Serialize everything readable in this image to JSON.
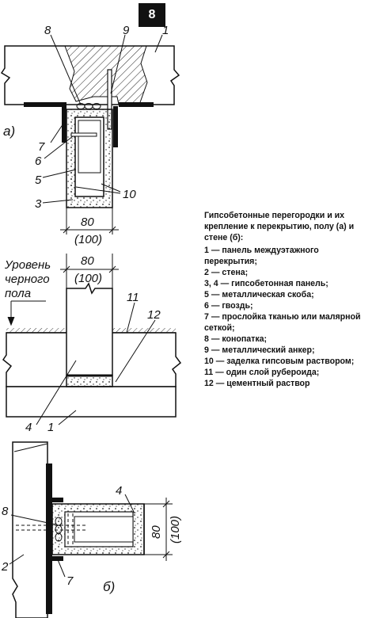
{
  "badge": "8",
  "legend": {
    "title": "Гипсобетонные перегородки и их крепление к перекрытию, полу (а) и стене (б):",
    "items": [
      "1 — панель междуэтажного перекрытия;",
      "2 — стена;",
      "3, 4 — гипсобетонная панель;",
      "5 — металлическая скоба;",
      "6 — гвоздь;",
      "7 — прослойка тканью или малярной сеткой;",
      "8 — конопатка;",
      "9 — металлический анкер;",
      "10 — заделка гипсовым раствором;",
      "11 — один слой рубероида;",
      "12 — цементный раствор"
    ]
  },
  "figure_a": {
    "caption": "а)",
    "labels": {
      "n8": "8",
      "n9": "9",
      "n1": "1",
      "n7": "7",
      "n6": "6",
      "n5": "5",
      "n3": "3",
      "n10": "10"
    },
    "dim_main": "80",
    "dim_alt": "(100)"
  },
  "figure_floor": {
    "floor_label_line1": "Уровень",
    "floor_label_line2": "черного",
    "floor_label_line3": "пола",
    "dim_main": "80",
    "dim_alt": "(100)",
    "labels": {
      "n11": "11",
      "n12": "12",
      "n4": "4",
      "n1": "1"
    }
  },
  "figure_b": {
    "caption": "б)",
    "labels": {
      "n4": "4",
      "n8": "8",
      "n2": "2",
      "n7": "7"
    },
    "dim_main": "80",
    "dim_alt": "(100)"
  }
}
